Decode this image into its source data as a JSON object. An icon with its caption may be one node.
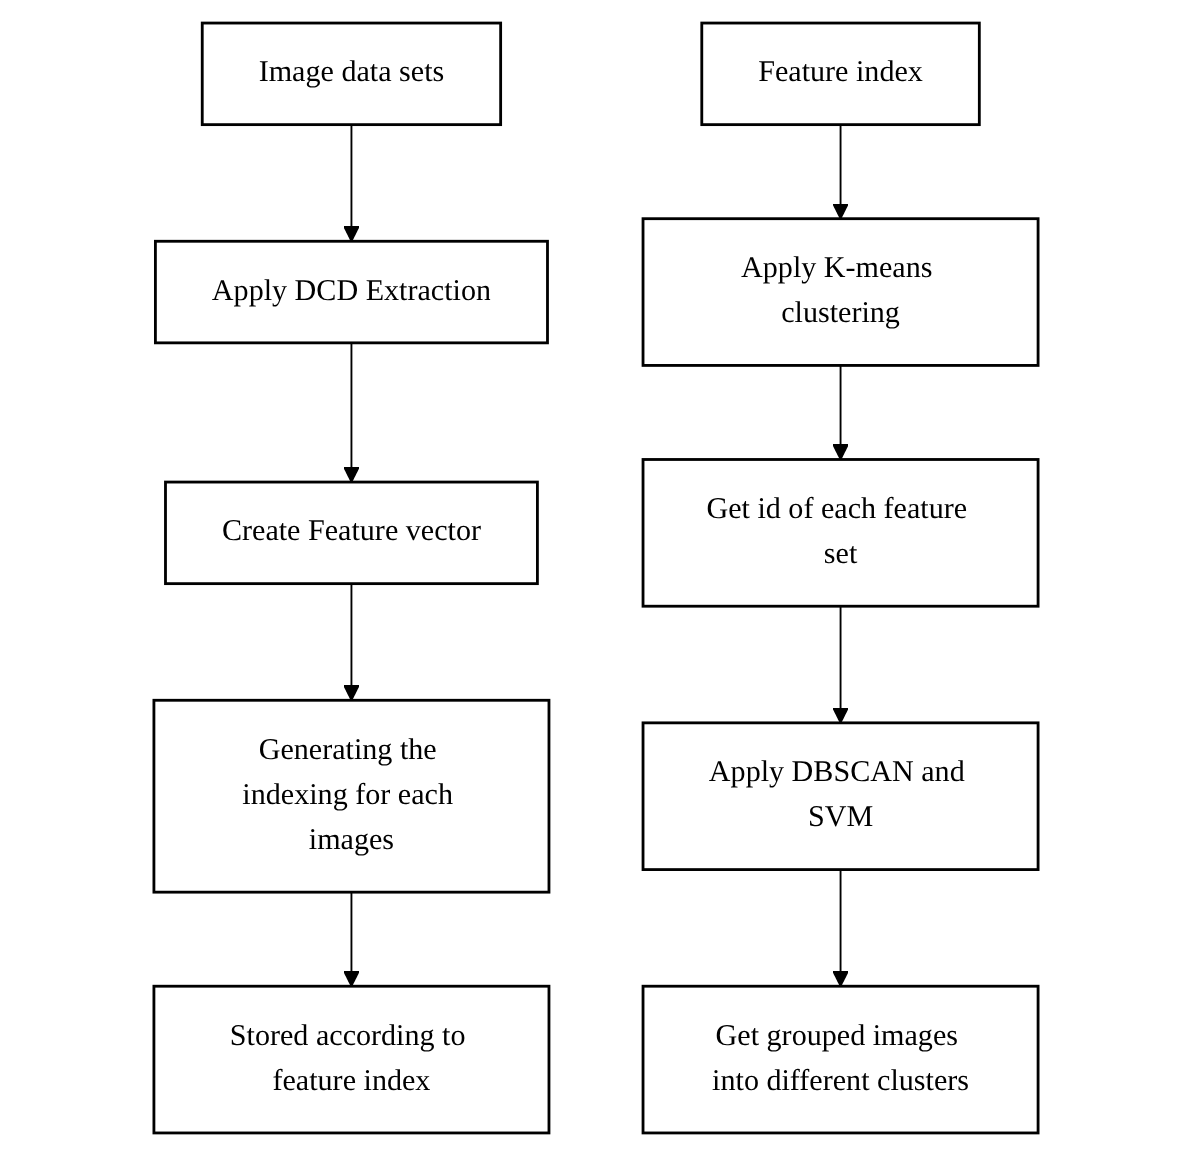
{
  "diagram": {
    "nodes": [
      {
        "text": [
          "Apply DCD Extraction"
        ]
      },
      {
        "text": [
          "Image data sets"
        ]
      },
      {
        "text": [
          "Feature index"
        ]
      },
      {
        "text": [
          "Create Feature vector"
        ]
      },
      {
        "text": [
          "Apply K-means clustering"
        ]
      },
      {
        "text": [
          "Generating the indexing for each images"
        ]
      },
      {
        "text": [
          "Get id of each feature set"
        ]
      },
      {
        "text": [
          "Stored according to feature index"
        ]
      },
      {
        "text": [
          "Apply DBSCAN and SVM"
        ]
      },
      {
        "text": [
          "Get grouped images into different clusters"
        ]
      }
    ],
    "edges": [
      {
        "from": 1,
        "to": 0,
        "arrow": "to"
      },
      {
        "from": 0,
        "to": 3,
        "arrow": "to"
      },
      {
        "from": 3,
        "to": 5,
        "arrow": "to"
      },
      {
        "from": 5,
        "to": 7,
        "arrow": "to"
      },
      {
        "from": 2,
        "to": 4,
        "arrow": "to"
      },
      {
        "from": 4,
        "to": 6,
        "arrow": "to"
      },
      {
        "from": 6,
        "to": 8,
        "arrow": "to"
      },
      {
        "from": 8,
        "to": 9,
        "arrow": "to"
      }
    ]
  }
}
